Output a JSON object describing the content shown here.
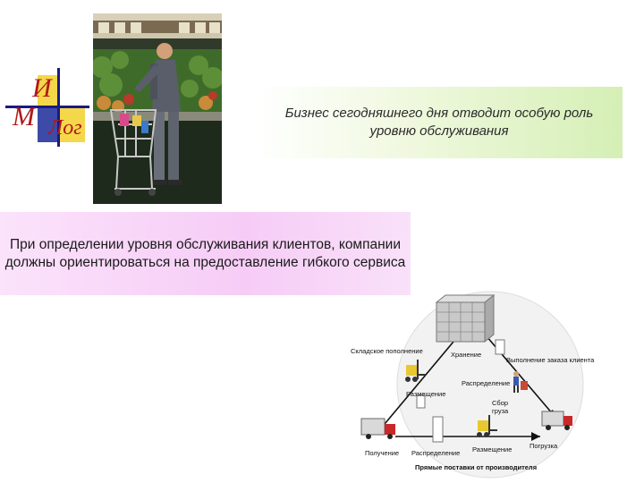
{
  "logo": {
    "letter_top": "И",
    "letter_left": "М",
    "letter_bottom": "Лог"
  },
  "photo": {
    "description_icon": "shopper-photo"
  },
  "box_top": {
    "text": "Бизнес сегодняшнего дня отводит особую роль уровню обслуживания"
  },
  "box_mid": {
    "text": "При определении уровня обслуживания клиентов, компании должны ориентироваться на предоставление гибкого сервиса"
  },
  "diagram": {
    "labels": {
      "warehouse_replenishment": "Складское пополнение",
      "storage": "Хранение",
      "order_fulfillment": "Выполнение заказа клиента",
      "distribution_top": "Распределение",
      "placement_left": "Размещение",
      "picking_line1": "Сбор",
      "picking_line2": "груза",
      "receiving": "Получение",
      "distribution_bottom": "Распределение",
      "placement_bottom": "Размещение",
      "loading": "Погрузка",
      "direct_deliveries": "Прямые поставки от производителя"
    }
  }
}
